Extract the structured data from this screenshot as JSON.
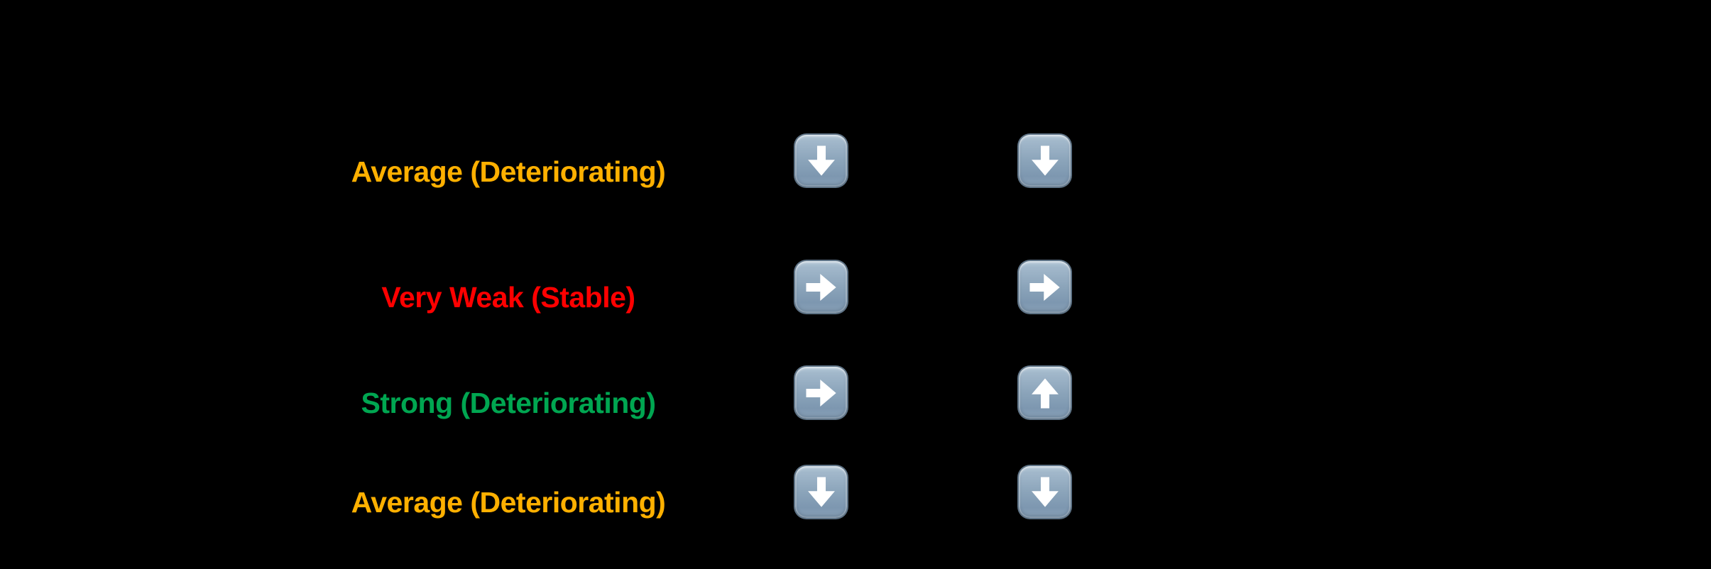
{
  "page": {
    "background": "#000000"
  },
  "colors": {
    "amber": "#FFB000",
    "red": "#FF0000",
    "green": "#00A651",
    "trend_icon_square": "#8BA4BB",
    "trend_icon_border": "#5E7386",
    "trend_arrow": "#FFFFFF"
  },
  "table": {
    "rows": [
      {
        "assessment": "Average (Deteriorating)",
        "tone": "amber",
        "trend_1": "down",
        "trend_2": "down"
      },
      {
        "assessment": "Very Weak (Stable)",
        "tone": "red",
        "trend_1": "right",
        "trend_2": "right"
      },
      {
        "assessment": "Strong (Deteriorating)",
        "tone": "green",
        "trend_1": "right",
        "trend_2": "up"
      },
      {
        "assessment": "Average (Deteriorating)",
        "tone": "amber",
        "trend_1": "down",
        "trend_2": "down"
      }
    ]
  }
}
